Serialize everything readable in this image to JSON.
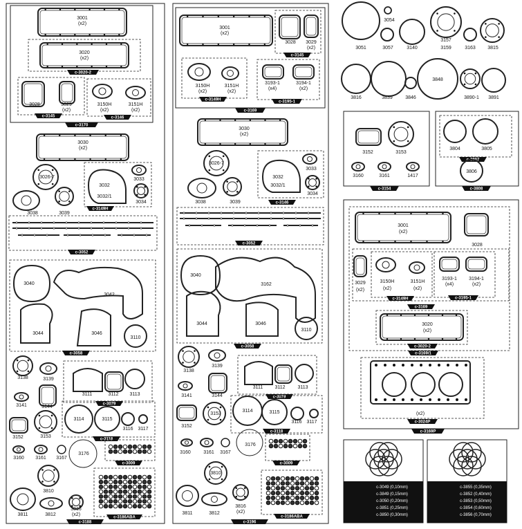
{
  "panels": {
    "c3188": {
      "code": "c-3188",
      "sub_codes": [
        "c-3020-2",
        "c-3145",
        "c-3170",
        "c-3149H",
        "c-3146",
        "c-3052",
        "c-3058",
        "c-3079",
        "c-3118",
        "c-3009",
        "c-3186ABA"
      ],
      "parts": [
        {
          "n": "3001",
          "q": "(x2)"
        },
        {
          "n": "3020",
          "q": "(x2)"
        },
        {
          "n": "3028"
        },
        {
          "n": "3029",
          "q": "(x2)"
        },
        {
          "n": "3150H",
          "q": "(x2)"
        },
        {
          "n": "3151H",
          "q": "(x2)"
        },
        {
          "n": "3030",
          "q": "(x2)"
        },
        {
          "n": "3026-7"
        },
        {
          "n": "3032"
        },
        {
          "n": "3032/1"
        },
        {
          "n": "3033"
        },
        {
          "n": "3034"
        },
        {
          "n": "3038"
        },
        {
          "n": "3039"
        },
        {
          "n": "3040"
        },
        {
          "n": "3042"
        },
        {
          "n": "3044"
        },
        {
          "n": "3046"
        },
        {
          "n": "3110"
        },
        {
          "n": "3138"
        },
        {
          "n": "3139"
        },
        {
          "n": "3141"
        },
        {
          "n": "3144"
        },
        {
          "n": "3111"
        },
        {
          "n": "3112"
        },
        {
          "n": "3113"
        },
        {
          "n": "3152"
        },
        {
          "n": "3153"
        },
        {
          "n": "3114"
        },
        {
          "n": "3115"
        },
        {
          "n": "3116"
        },
        {
          "n": "3117"
        },
        {
          "n": "3160"
        },
        {
          "n": "3161"
        },
        {
          "n": "3167"
        },
        {
          "n": "3176"
        },
        {
          "n": "3810"
        },
        {
          "n": "3811"
        },
        {
          "n": "3812"
        },
        {
          "n": "3816",
          "q": "(x2)"
        }
      ]
    },
    "c3196": {
      "code": "c-3196",
      "sub_codes": [
        "c-3145",
        "c-3149H",
        "c-3195-1",
        "c-3169",
        "c-3146",
        "c-3052",
        "c-3058",
        "c-3079",
        "c-3118",
        "c-3009",
        "c-3186ABA"
      ],
      "parts": [
        {
          "n": "3001",
          "q": "(x2)"
        },
        {
          "n": "3028"
        },
        {
          "n": "3029",
          "q": "(x2)"
        },
        {
          "n": "3150H",
          "q": "(x2)"
        },
        {
          "n": "3151H",
          "q": "(x2)"
        },
        {
          "n": "3193-1",
          "q": "(x4)"
        },
        {
          "n": "3194-1",
          "q": "(x2)"
        },
        {
          "n": "3030",
          "q": "(x2)"
        },
        {
          "n": "3026-7"
        },
        {
          "n": "3032"
        },
        {
          "n": "3032/1"
        },
        {
          "n": "3033"
        },
        {
          "n": "3034"
        },
        {
          "n": "3038"
        },
        {
          "n": "3039"
        },
        {
          "n": "3040"
        },
        {
          "n": "3162"
        },
        {
          "n": "3044"
        },
        {
          "n": "3046"
        },
        {
          "n": "3110"
        },
        {
          "n": "3138"
        },
        {
          "n": "3139"
        },
        {
          "n": "3141"
        },
        {
          "n": "3144"
        },
        {
          "n": "3111"
        },
        {
          "n": "3112"
        },
        {
          "n": "3113"
        },
        {
          "n": "3152"
        },
        {
          "n": "3153"
        },
        {
          "n": "3114"
        },
        {
          "n": "3115"
        },
        {
          "n": "3116"
        },
        {
          "n": "3117"
        },
        {
          "n": "3160"
        },
        {
          "n": "3161"
        },
        {
          "n": "3167"
        },
        {
          "n": "3176"
        },
        {
          "n": "3810"
        },
        {
          "n": "3811"
        },
        {
          "n": "3812"
        },
        {
          "n": "3816",
          "q": "(x2)"
        }
      ]
    },
    "loose": {
      "row1": [
        "3051",
        "3054",
        "3057",
        "3140",
        "3157",
        "3159",
        "3163",
        "3815"
      ],
      "row2": [
        "3816",
        "3839",
        "3846",
        "3848",
        "3890-1",
        "3891"
      ]
    },
    "c3154": {
      "code": "c-3154",
      "parts": [
        "3152",
        "3153",
        "3160",
        "3161",
        "1417"
      ]
    },
    "c3808": {
      "code": "c-3808",
      "sub_code": "c-3807",
      "parts": [
        "3804",
        "3805",
        "3806"
      ]
    },
    "c3169P": {
      "code": "c-3169P",
      "sub_codes": [
        "c-3149H",
        "c-3195-1",
        "c-3169",
        "c-3020-2",
        "c-3169/1",
        "c-3024P"
      ],
      "parts": [
        {
          "n": "3001",
          "q": "(x2)"
        },
        {
          "n": "3028"
        },
        {
          "n": "3029",
          "q": "(x2)"
        },
        {
          "n": "3150H",
          "q": "(x2)"
        },
        {
          "n": "3151H",
          "q": "(x2)"
        },
        {
          "n": "3193-1",
          "q": "(x4)"
        },
        {
          "n": "3194-1",
          "q": "(x2)"
        },
        {
          "n": "3020",
          "q": "(x2)"
        },
        {
          "q": "(x2)"
        }
      ]
    },
    "shims_left": [
      "c-3049 (0,10mm)",
      "c-3849 (0,15mm)",
      "c-3050 (0,20mm)",
      "c-3851 (0,25mm)",
      "c-3850 (0,30mm)"
    ],
    "shims_right": [
      "c-3855 (0,35mm)",
      "c-3852 (0,40mm)",
      "c-3853 (0,50mm)",
      "c-3854 (0,60mm)",
      "c-3856 (0,70mm)"
    ]
  }
}
